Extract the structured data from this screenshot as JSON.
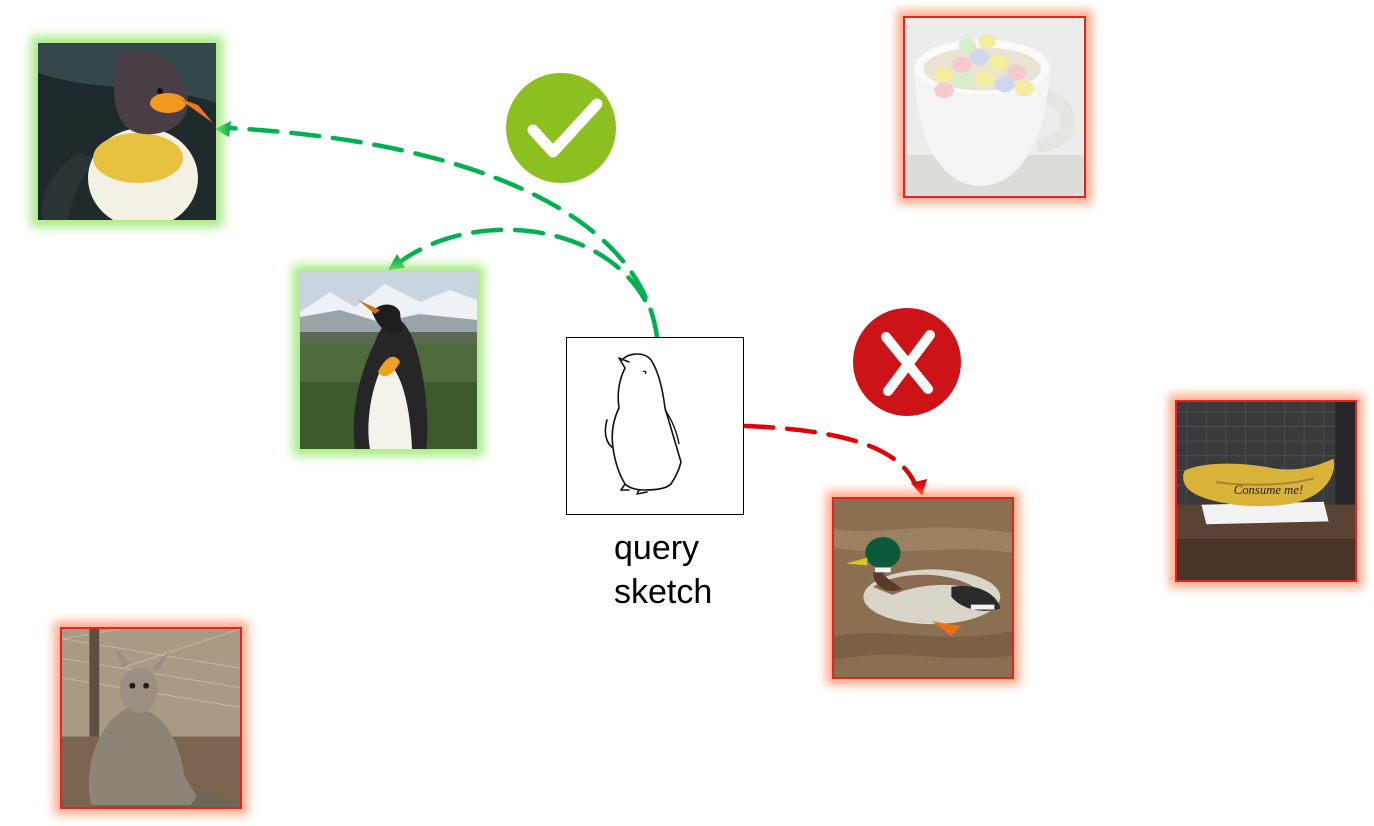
{
  "query": {
    "caption_line1": "query",
    "caption_line2": "sketch"
  },
  "retrieved_images": [
    {
      "subject": "king-penguin-underwater",
      "match": "correct"
    },
    {
      "subject": "king-penguin-colony",
      "match": "correct"
    },
    {
      "subject": "candy-eggs-in-cup",
      "match": "incorrect"
    },
    {
      "subject": "mallard-duck",
      "match": "incorrect"
    },
    {
      "subject": "banana-consume-me",
      "match": "incorrect"
    },
    {
      "subject": "wallaby",
      "match": "incorrect"
    }
  ],
  "banana_text": "Consume me!",
  "icons": {
    "correct": "checkmark-icon",
    "incorrect": "x-mark-icon"
  },
  "colors": {
    "correct": "#00b050",
    "incorrect": "#e00000",
    "check_badge": "#8cc020",
    "x_badge": "#cc1418",
    "positive_glow": "#96e66e",
    "negative_border": "#e32222"
  }
}
